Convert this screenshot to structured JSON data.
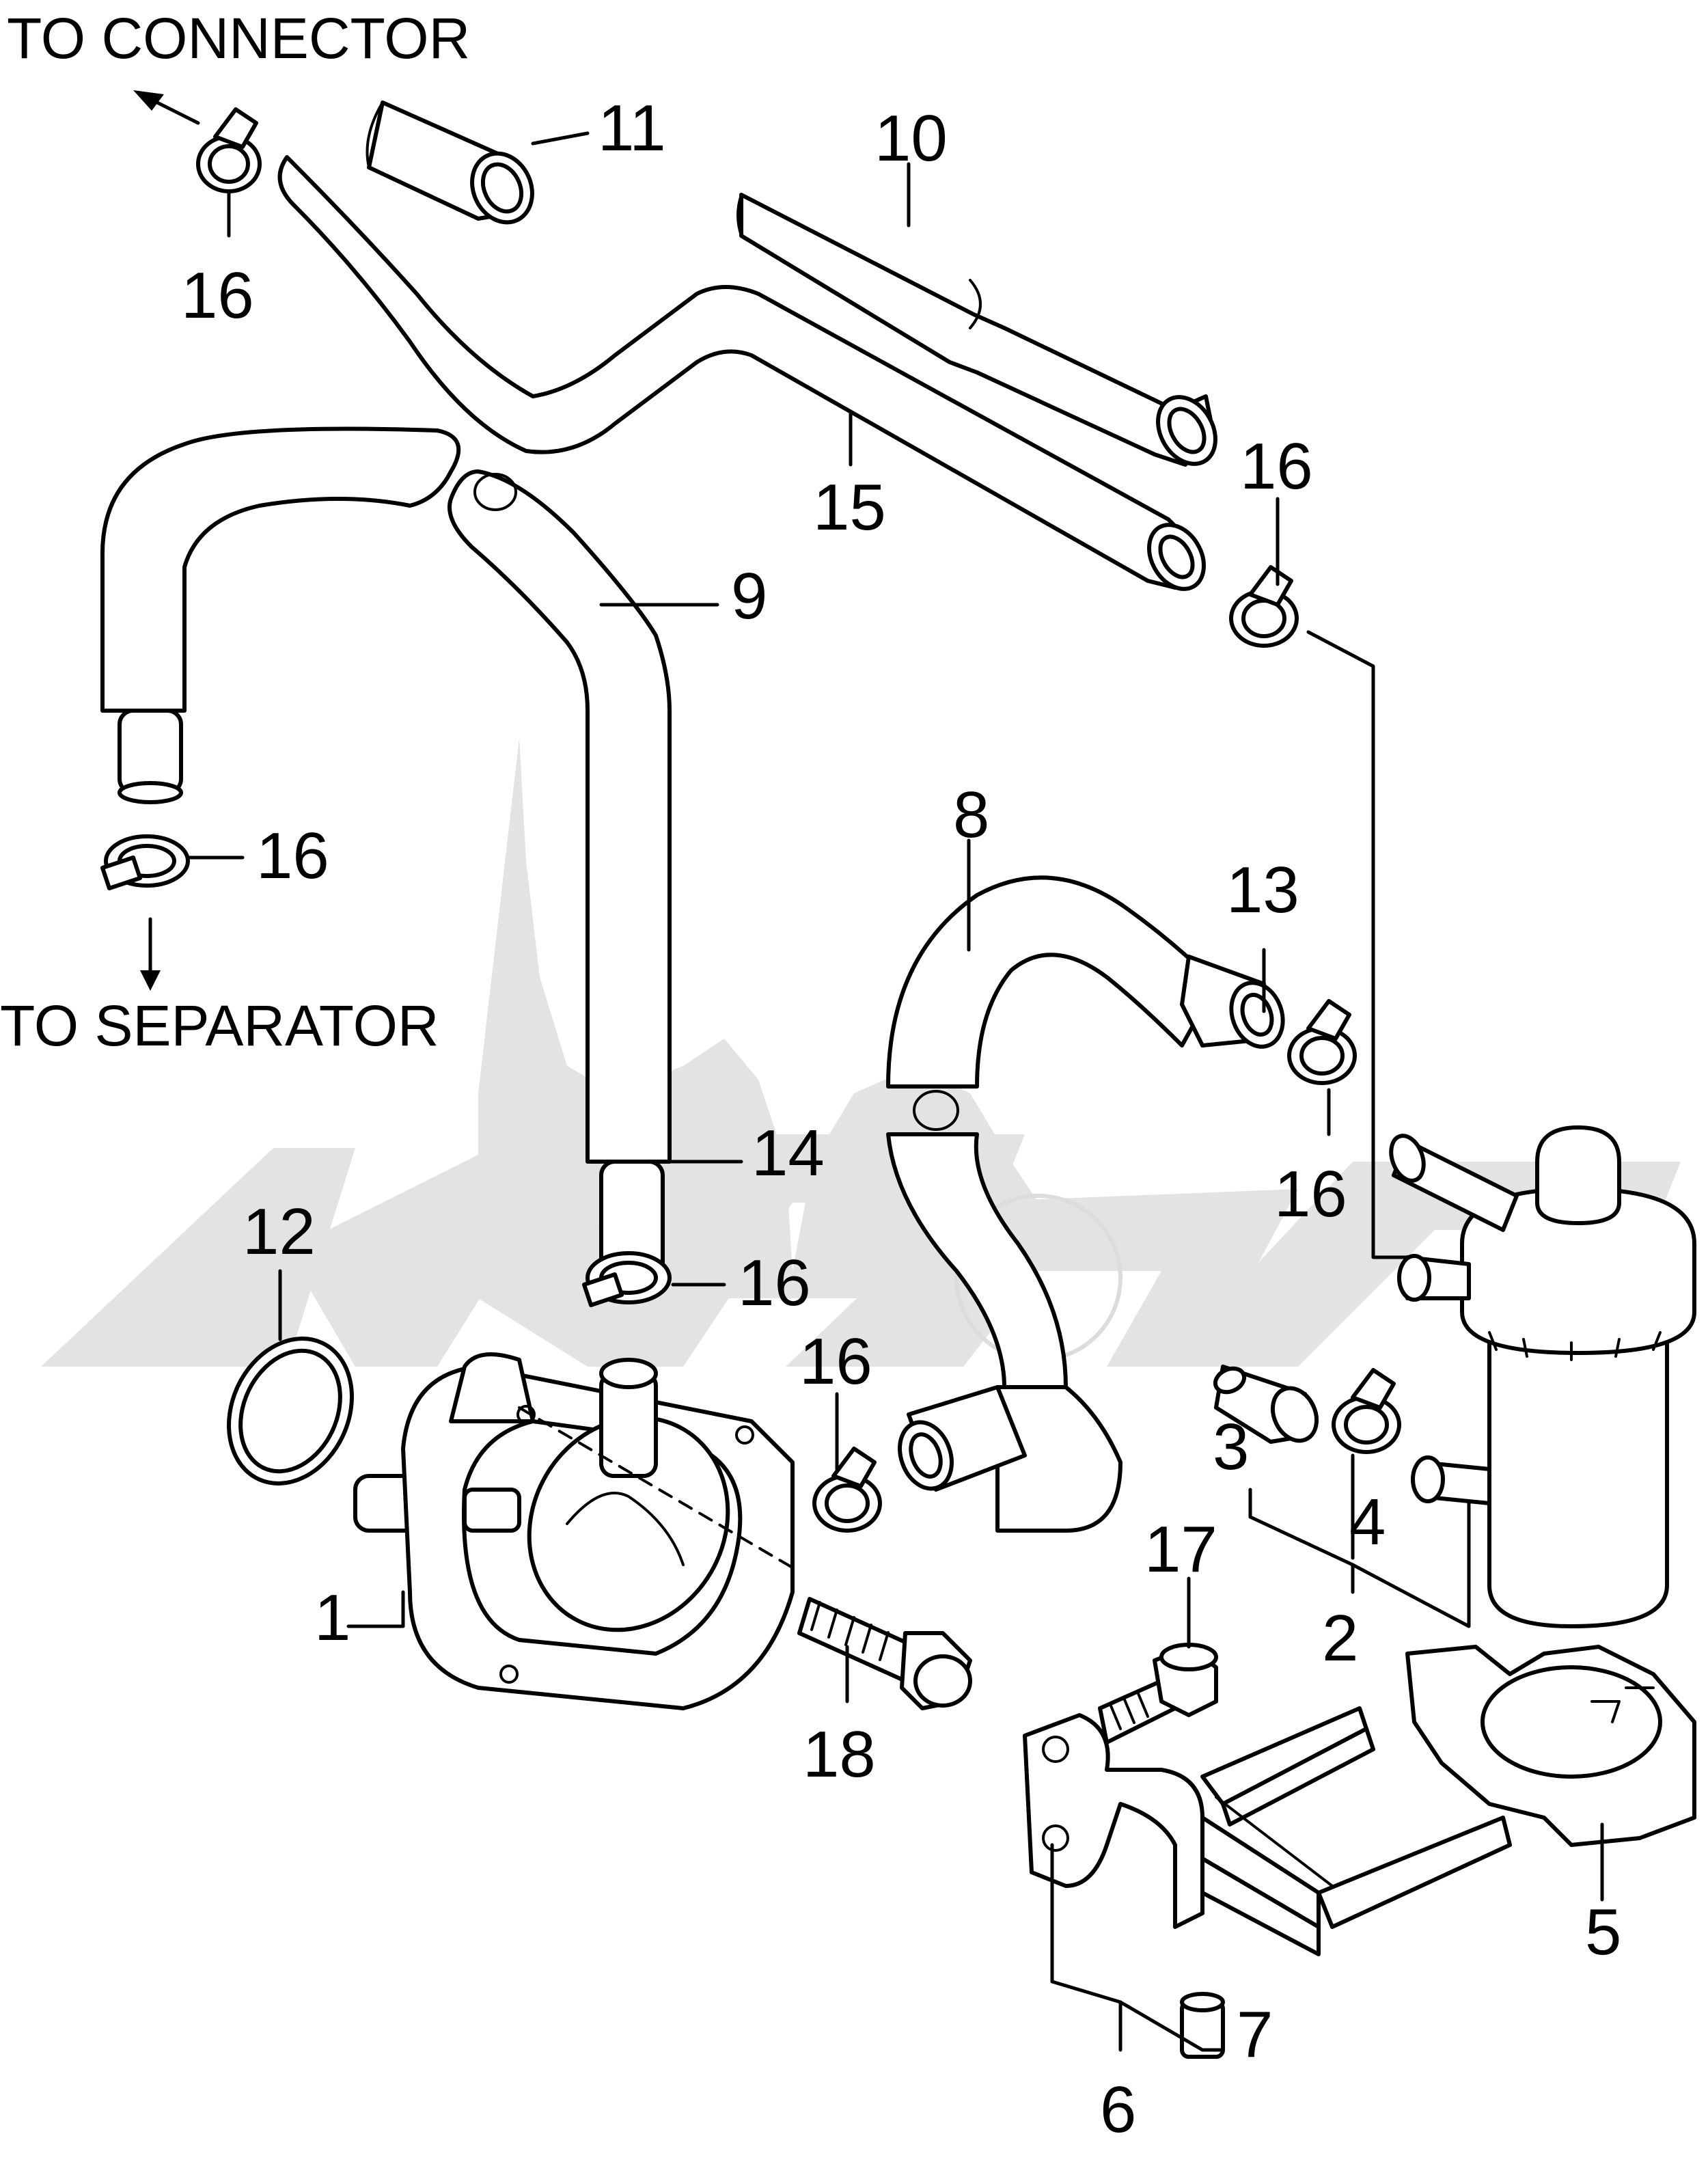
{
  "diagram": {
    "notes": {
      "to_connector": "TO CONNECTOR",
      "to_separator": "TO SEPARATOR"
    },
    "callouts": {
      "c1": "1",
      "c2": "2",
      "c3": "3",
      "c4": "4",
      "c5": "5",
      "c6": "6",
      "c7": "7",
      "c8": "8",
      "c9": "9",
      "c10": "10",
      "c11": "11",
      "c12": "12",
      "c13": "13",
      "c14": "14",
      "c15": "15",
      "c16_top_left": "16",
      "c16_right_top": "16",
      "c16_left_mid": "16",
      "c16_center": "16",
      "c16_mid": "16",
      "c16_right_mid": "16",
      "c17": "17",
      "c18": "18"
    }
  }
}
